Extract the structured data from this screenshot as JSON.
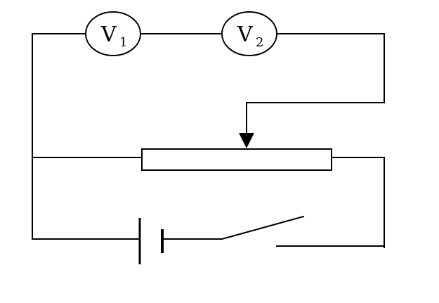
{
  "meters": [
    {
      "id": "v1",
      "symbol": "V",
      "subscript": "1"
    },
    {
      "id": "v2",
      "symbol": "V",
      "subscript": "2"
    }
  ],
  "colors": {
    "wire": "#000000",
    "background": "#ffffff"
  }
}
